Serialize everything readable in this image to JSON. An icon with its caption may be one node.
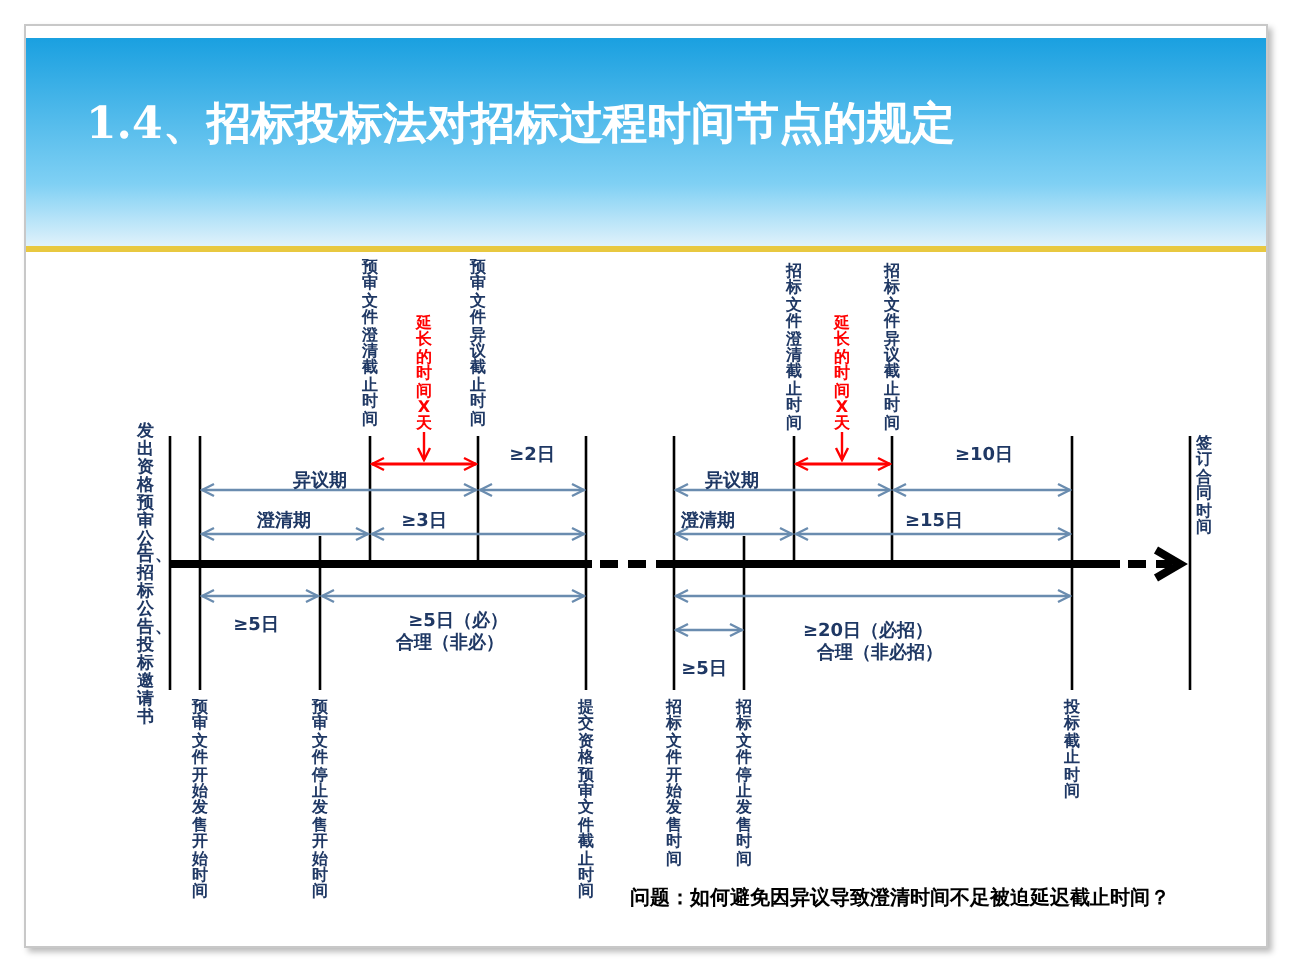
{
  "diagram": {
    "title": "1.4、招标投标法对招标过程时间节点的规定",
    "labels": [
      "发出资格预审公告、招标公告、投标邀请书",
      "预审文件澄清截止时间",
      "延长的时间X天",
      "预审文件异议截止时间",
      "招标文件澄清截止时间",
      "延长的时间X天",
      "招标文件异议截止时间",
      "异议期",
      "≥2日",
      "异议期",
      "≥10日",
      "澄清期",
      "≥3日",
      "澄清期",
      "≥15日",
      "签订合同时间",
      "≥5日",
      "≥5日（必）",
      "合理（非必）",
      "≥20日（必招）",
      "合理（非必招）",
      "≥5日",
      "预审文件开始发售开始时间",
      "预审文件停止发售开始时间",
      "提交资格预审文件截止时间",
      "招标文件开始发售时间",
      "招标文件停止发售时间",
      "投标截止时间",
      "问题：如何避免因异议导致澄清时间不足被迫延迟截止时间？"
    ]
  }
}
